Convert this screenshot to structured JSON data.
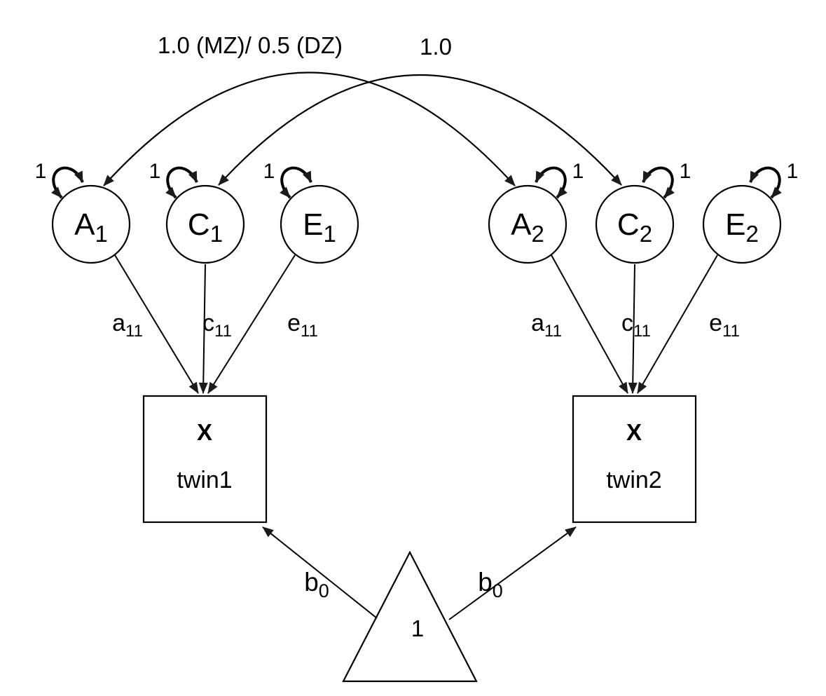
{
  "diagram": {
    "correlations": [
      {
        "label": "1.0 (MZ)/ 0.5 (DZ)",
        "between": "A1-A2"
      },
      {
        "label": "1.0",
        "between": "C1-C2"
      }
    ],
    "latents": [
      {
        "base": "A",
        "sub": "1",
        "loop_label": "1",
        "path_base": "a",
        "path_sub": "11"
      },
      {
        "base": "C",
        "sub": "1",
        "loop_label": "1",
        "path_base": "c",
        "path_sub": "11"
      },
      {
        "base": "E",
        "sub": "1",
        "loop_label": "1",
        "path_base": "e",
        "path_sub": "11"
      },
      {
        "base": "A",
        "sub": "2",
        "loop_label": "1",
        "path_base": "a",
        "path_sub": "11"
      },
      {
        "base": "C",
        "sub": "2",
        "loop_label": "1",
        "path_base": "c",
        "path_sub": "11"
      },
      {
        "base": "E",
        "sub": "2",
        "loop_label": "1",
        "path_base": "e",
        "path_sub": "11"
      }
    ],
    "observed": [
      {
        "label": "X",
        "sublabel": "twin1"
      },
      {
        "label": "X",
        "sublabel": "twin2"
      }
    ],
    "constant": {
      "label": "1"
    },
    "intercepts": [
      {
        "base": "b",
        "sub": "0"
      },
      {
        "base": "b",
        "sub": "0"
      }
    ]
  }
}
